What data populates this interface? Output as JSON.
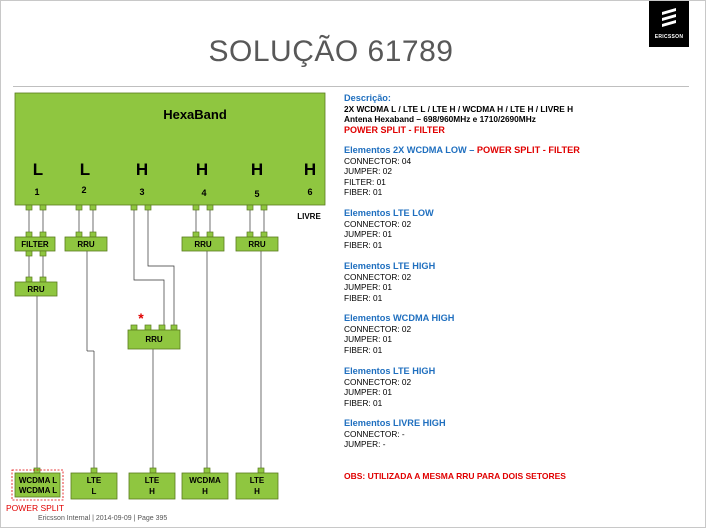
{
  "title": "SOLUÇÃO 61789",
  "logo_text": "ERICSSON",
  "footer": "Ericsson Internal  |  2014-09-09  |  Page 395",
  "diagram": {
    "hexaband_label": "HexaBand",
    "ports": [
      {
        "letter": "L",
        "number": "1"
      },
      {
        "letter": "L",
        "number": "2"
      },
      {
        "letter": "H",
        "number": "3"
      },
      {
        "letter": "H",
        "number": "4"
      },
      {
        "letter": "H",
        "number": "5"
      },
      {
        "letter": "H",
        "number": "6"
      }
    ],
    "livre_label": "LIVRE",
    "filter_label": "FILTER",
    "rru_label": "RRU",
    "asterisk": "*",
    "bottom_boxes": [
      {
        "line1": "WCDMA L",
        "line2": "WCDMA L"
      },
      {
        "line1": "LTE",
        "line2": "L"
      },
      {
        "line1": "LTE",
        "line2": "H"
      },
      {
        "line1": "WCDMA",
        "line2": "H"
      },
      {
        "line1": "LTE",
        "line2": "H"
      }
    ],
    "power_split_label": "POWER SPLIT"
  },
  "info": {
    "descricao_head": "Descrição:",
    "descricao_line1": "2X WCDMA L / LTE L / LTE H / WCDMA H / LTE H / LIVRE H",
    "descricao_line2": "Antena Hexaband – 698/960MHz  e  1710/2690MHz",
    "descricao_red": "POWER SPLIT - FILTER",
    "sections": [
      {
        "head": "Elementos 2X WCDMA LOW – ",
        "head_red": "POWER SPLIT - FILTER",
        "lines": [
          "CONNECTOR: 04",
          "JUMPER: 02",
          "FILTER: 01",
          "FIBER: 01"
        ]
      },
      {
        "head": "Elementos LTE LOW",
        "head_red": "",
        "lines": [
          "CONNECTOR: 02",
          "JUMPER: 01",
          "FIBER: 01"
        ]
      },
      {
        "head": "Elementos LTE HIGH",
        "head_red": "",
        "lines": [
          "CONNECTOR: 02",
          "JUMPER: 01",
          "FIBER: 01"
        ]
      },
      {
        "head": "Elementos WCDMA HIGH",
        "head_red": "",
        "lines": [
          "CONNECTOR: 02",
          "JUMPER: 01",
          "FIBER: 01"
        ]
      },
      {
        "head": "Elementos LTE HIGH",
        "head_red": "",
        "lines": [
          "CONNECTOR: 02",
          "JUMPER: 01",
          "FIBER: 01"
        ]
      },
      {
        "head": "Elementos LIVRE HIGH",
        "head_red": "",
        "lines": [
          "CONNECTOR: -",
          "JUMPER: -"
        ]
      }
    ],
    "obs": "OBS: UTILIZADA A MESMA RRU PARA DOIS SETORES"
  }
}
